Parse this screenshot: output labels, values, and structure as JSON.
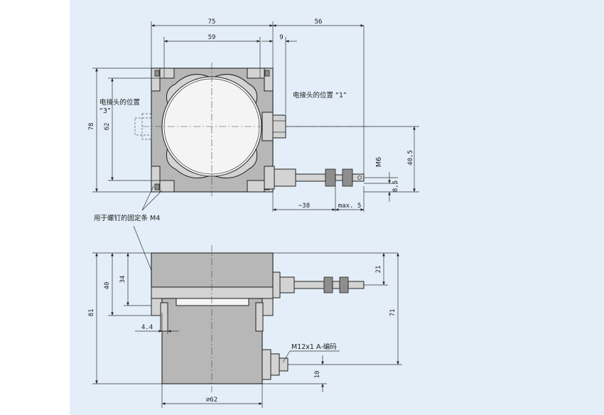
{
  "top_view": {
    "dims": {
      "width_75": "75",
      "width_59": "59",
      "width_56": "56",
      "width_9": "9",
      "height_78": "78",
      "height_62": "62",
      "height_40_5": "40,5",
      "m6": "M6",
      "height_8_5": "8,5",
      "len_38": "~38",
      "max_5": "max. 5"
    },
    "labels": {
      "connector_pos1": "电接头的位置 “1”",
      "connector_pos3_line1": "电接头的位置",
      "connector_pos3_line2": "“3”",
      "clamp": "用于螺钉的固定条 M4"
    }
  },
  "side_view": {
    "dims": {
      "height_81": "81",
      "height_40": "40",
      "height_34": "34",
      "gap_4_4": "4.4",
      "diameter_62": "∅62",
      "height_21": "21",
      "height_71": "71",
      "height_10": "10"
    },
    "labels": {
      "connector": "M12x1 A-编码"
    }
  }
}
